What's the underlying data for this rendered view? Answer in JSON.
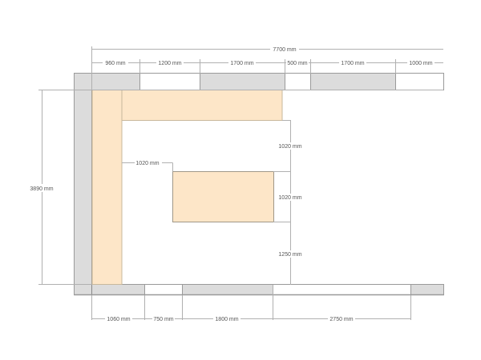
{
  "colors": {
    "wall": "#dcdcdc",
    "wall_stroke": "#9a9a9a",
    "counter": "#fde6c8",
    "counter_stroke": "#c8b89c",
    "dim_line": "#b0b0b0",
    "text": "#555555"
  },
  "dimensions": {
    "total_width": "7700 mm",
    "top": [
      "960 mm",
      "1200 mm",
      "1700 mm",
      "500 mm",
      "1700 mm",
      "1000 mm"
    ],
    "bottom": [
      "1060 mm",
      "750 mm",
      "1800 mm",
      "2750 mm"
    ],
    "left_height": "3890 mm",
    "island_offset_left": "1020 mm",
    "right_column": [
      "1020 mm",
      "1020 mm",
      "1250 mm"
    ]
  },
  "elements": {
    "walls": [
      "left-wall",
      "top-wall",
      "bottom-wall"
    ],
    "counters": [
      "l-counter-left",
      "l-counter-top",
      "island"
    ]
  }
}
